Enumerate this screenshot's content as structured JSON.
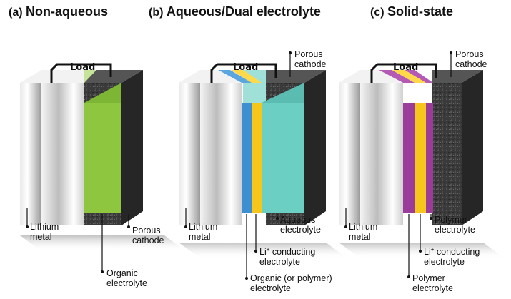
{
  "colors": {
    "lithium": "#d4d4d4",
    "cathode": "#3c3c3c",
    "organic": "#8ec63f",
    "blue": "#3d8fd1",
    "yellow": "#f7c61a",
    "aqueous": "#6ccfc4",
    "polymer": "#9b3c9b"
  },
  "panels": [
    {
      "letter": "(a)",
      "name": "Non-aqueous",
      "load": "Load",
      "labels": {
        "lithium_1": "Lithium",
        "lithium_2": "metal",
        "cathode_1": "Porous",
        "cathode_2": "cathode",
        "electrolyte_1": "Organic",
        "electrolyte_2": "electrolyte"
      }
    },
    {
      "letter": "(b)",
      "name": "Aqueous/Dual electrolyte",
      "load": "Load",
      "labels": {
        "cathode_1": "Porous",
        "cathode_2": "cathode",
        "lithium_1": "Lithium",
        "lithium_2": "metal",
        "aqueous_1": "Aqueous",
        "aqueous_2": "electrolyte",
        "li_base": "Li",
        "li_sup": "+",
        "li_1": " conducting",
        "li_2": "electrolyte",
        "organic_1": "Organic (or polymer)",
        "organic_2": "electrolyte"
      }
    },
    {
      "letter": "(c)",
      "name": "Solid-state",
      "load": "Load",
      "labels": {
        "cathode_1": "Porous",
        "cathode_2": "cathode",
        "lithium_1": "Lithium",
        "lithium_2": "metal",
        "polymer_top_1": "Polymer",
        "polymer_top_2": "electrolyte",
        "li_base": "Li",
        "li_sup": "+",
        "li_1": " conducting",
        "li_2": "electrolyte",
        "polymer_bottom_1": "Polymer",
        "polymer_bottom_2": "electrolyte"
      }
    }
  ]
}
